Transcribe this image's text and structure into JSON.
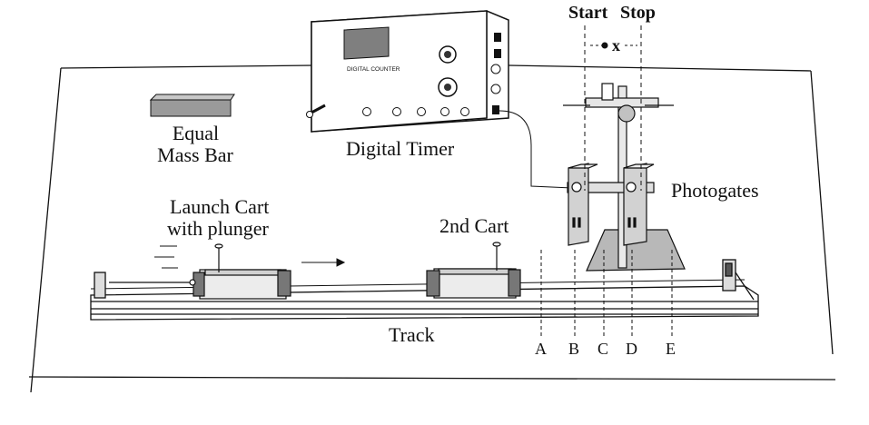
{
  "labels": {
    "start": "Start",
    "stop": "Stop",
    "x_label": "x",
    "equal_mass_bar_line1": "Equal",
    "equal_mass_bar_line2": "Mass Bar",
    "digital_timer": "Digital Timer",
    "photogates": "Photogates",
    "launch_cart_line1": "Launch Cart",
    "launch_cart_line2": "with plunger",
    "second_cart": "2nd Cart",
    "track": "Track",
    "position_a": "A",
    "position_b": "B",
    "position_c": "C",
    "position_d": "D",
    "position_e": "E"
  },
  "device_text": {
    "counter_title": "DIGITAL COUNTER"
  },
  "colors": {
    "line": "#111111",
    "fill_light": "#e6e6e6",
    "fill_mid": "#bdbdbd",
    "fill_dark": "#8c8c8c",
    "background": "#ffffff"
  }
}
